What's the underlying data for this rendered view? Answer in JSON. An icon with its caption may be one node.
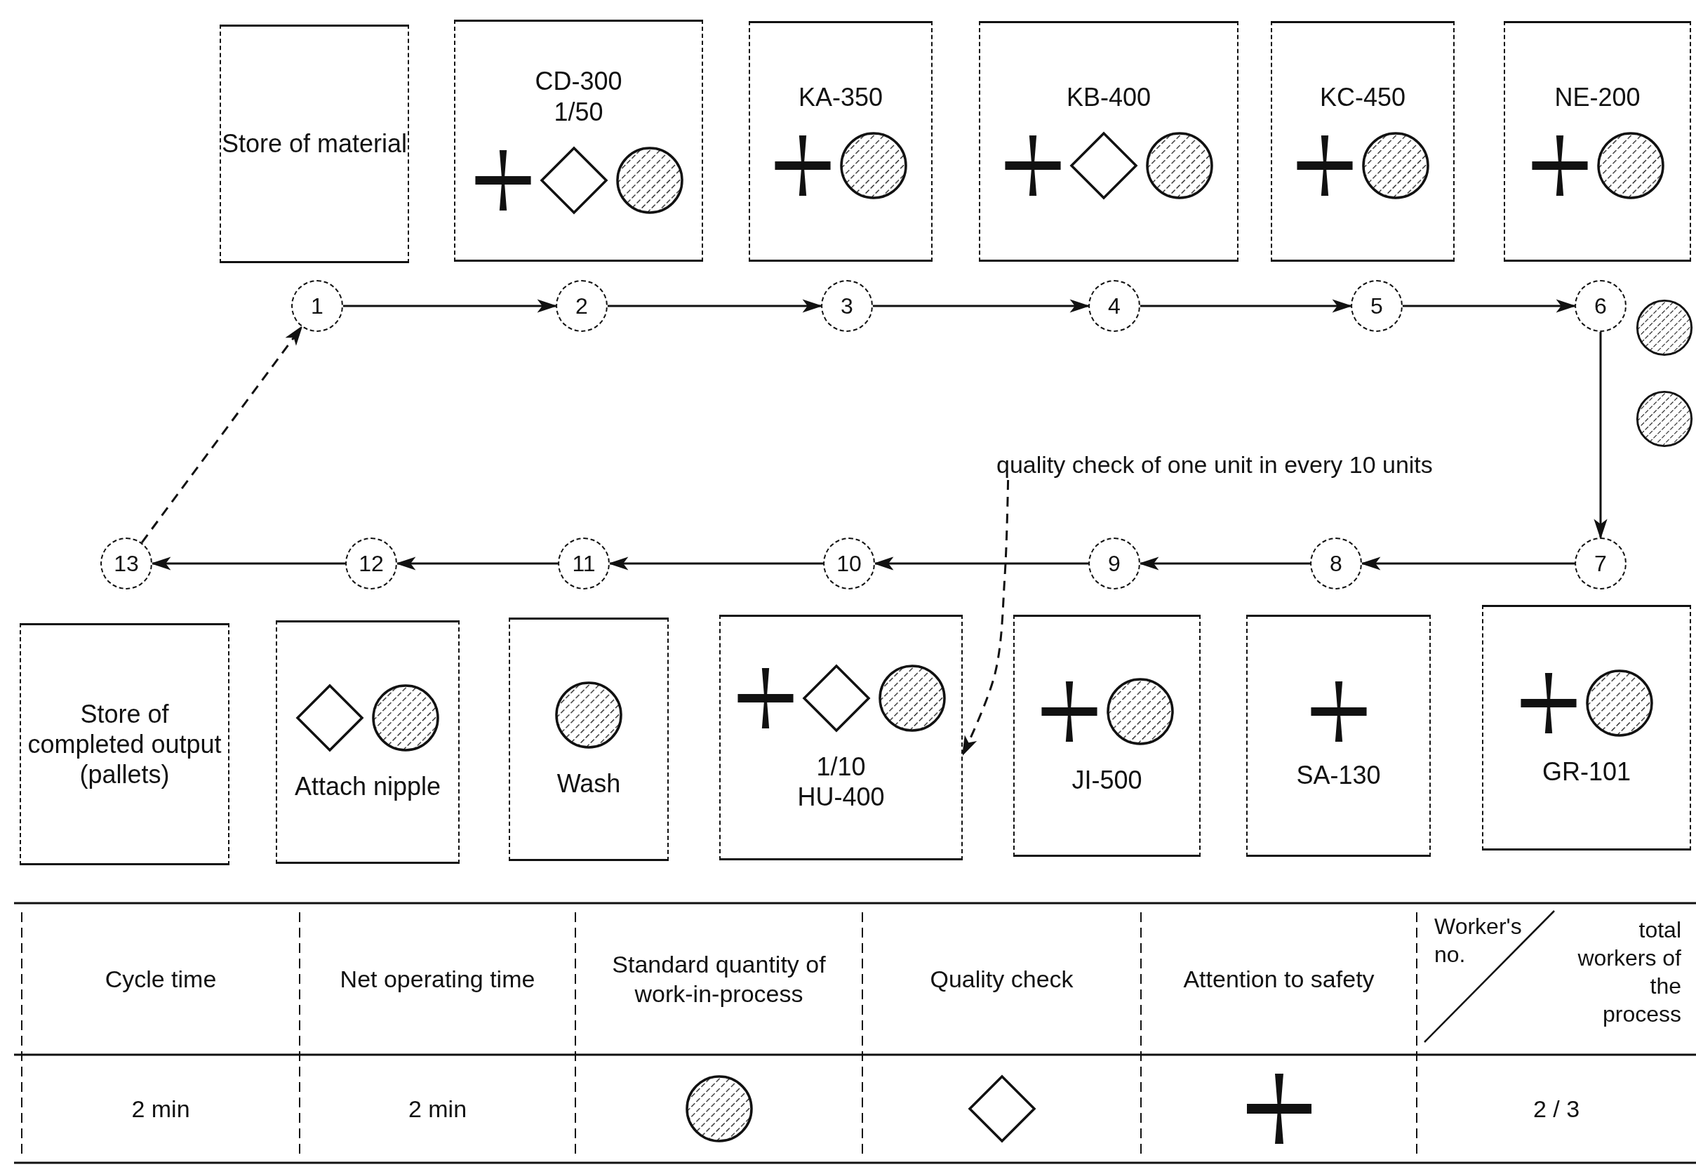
{
  "diagram": {
    "nodes": [
      {
        "text": [
          "Store of material"
        ]
      },
      {
        "text": [
          "CD-300",
          "1/50"
        ]
      },
      {
        "text": [
          "KA-350"
        ]
      },
      {
        "text": [
          "KB-400"
        ]
      },
      {
        "text": [
          "KC-450"
        ]
      },
      {
        "text": [
          "NE-200"
        ]
      },
      {
        "text": [
          "1"
        ]
      },
      {
        "text": [
          "2"
        ]
      },
      {
        "text": [
          "3"
        ]
      },
      {
        "text": [
          "4"
        ]
      },
      {
        "text": [
          "5"
        ]
      },
      {
        "text": [
          "6"
        ]
      },
      {
        "text": [
          "quality check of one unit in every 10 units"
        ]
      },
      {
        "text": [
          "7"
        ]
      },
      {
        "text": [
          "8"
        ]
      },
      {
        "text": [
          "9"
        ]
      },
      {
        "text": [
          "10"
        ]
      },
      {
        "text": [
          "11"
        ]
      },
      {
        "text": [
          "12"
        ]
      },
      {
        "text": [
          "13"
        ]
      },
      {
        "text": [
          "Store of completed output (pallets)"
        ]
      },
      {
        "text": [
          "Attach nipple"
        ]
      },
      {
        "text": [
          "Wash"
        ]
      },
      {
        "text": [
          "1/10",
          "HU-400"
        ]
      },
      {
        "text": [
          "JI-500"
        ]
      },
      {
        "text": [
          "SA-130"
        ]
      },
      {
        "text": [
          "GR-101"
        ]
      }
    ],
    "edges": [
      {
        "from": 6,
        "to": 7,
        "arrow": "to"
      },
      {
        "from": 7,
        "to": 8,
        "arrow": "to"
      },
      {
        "from": 8,
        "to": 9,
        "arrow": "to"
      },
      {
        "from": 9,
        "to": 10,
        "arrow": "to"
      },
      {
        "from": 10,
        "to": 11,
        "arrow": "to"
      },
      {
        "from": 11,
        "to": 13,
        "arrow": "to"
      },
      {
        "from": 13,
        "to": 14,
        "arrow": "to"
      },
      {
        "from": 14,
        "to": 15,
        "arrow": "to"
      },
      {
        "from": 15,
        "to": 16,
        "arrow": "to"
      },
      {
        "from": 16,
        "to": 17,
        "arrow": "to"
      },
      {
        "from": 17,
        "to": 18,
        "arrow": "to"
      },
      {
        "from": 18,
        "to": 19,
        "arrow": "to"
      },
      {
        "from": 19,
        "to": 6,
        "arrow": "to",
        "style": "dashed"
      },
      {
        "from": 12,
        "to": 23,
        "arrow": "to",
        "style": "dashed"
      }
    ],
    "labels": [
      "Cycle time",
      "Net operating time",
      "Standard quantity of work-in-process",
      "Quality check",
      "Attention to safety",
      "Worker's no.",
      "total workers of the process",
      "2 min",
      "2 min",
      "2 / 3"
    ]
  }
}
